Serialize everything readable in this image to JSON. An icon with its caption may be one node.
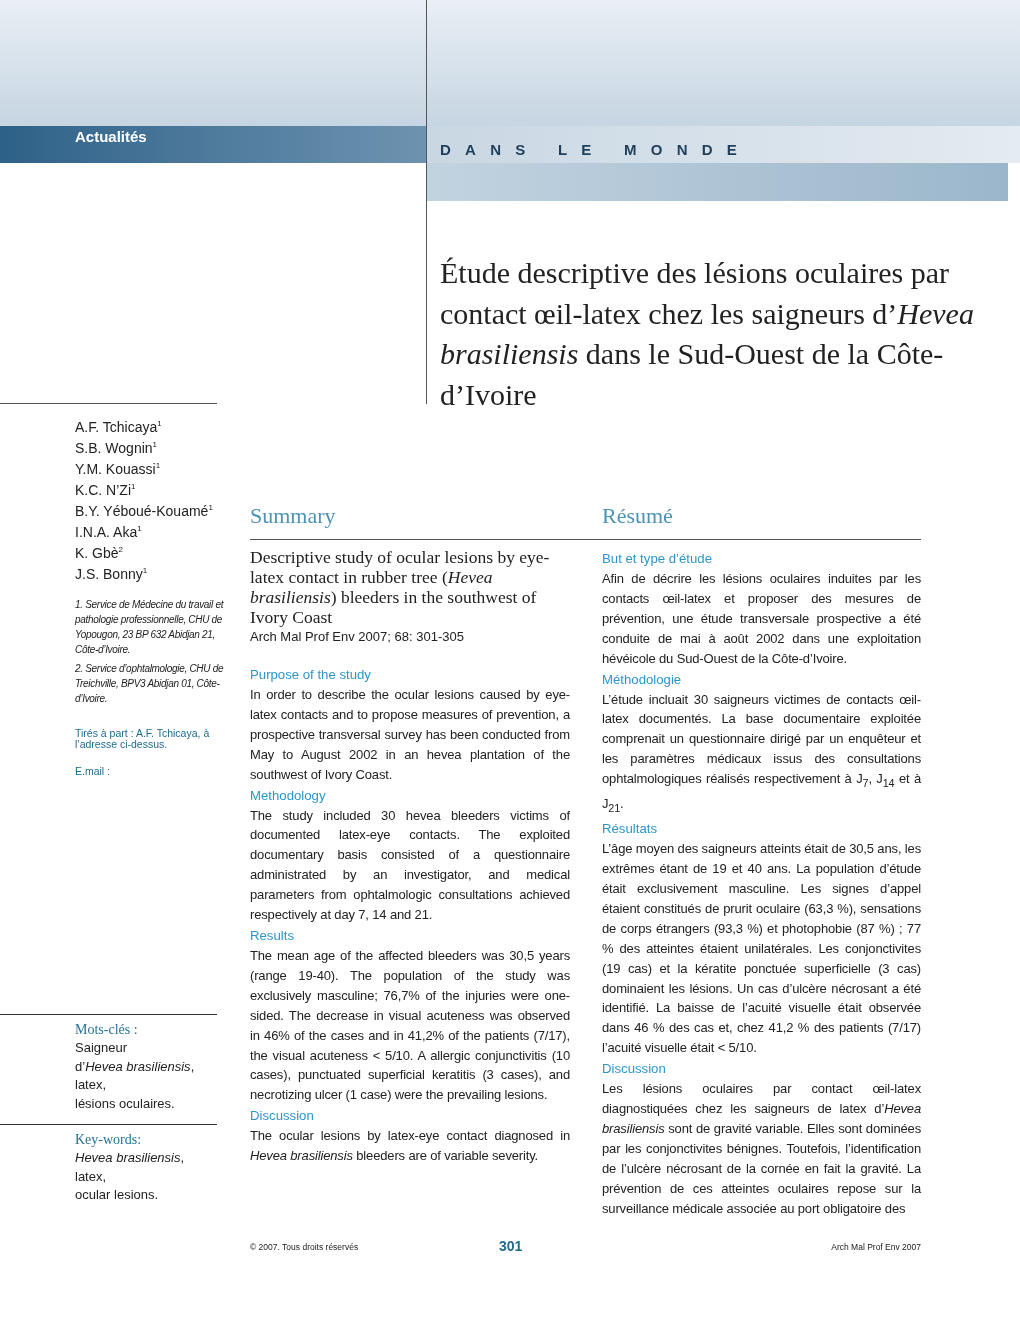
{
  "diagram": {
    "title": "Étude descriptive des lésions oculaires par contact œil-latex chez les saigneurs d’*Hevea brasiliensis* dans le Sud-Ouest de la Côte-d’Ivoire",
    "labels": [
      "Actualités",
      "DANS LE MONDE",
      "A.F. Tchicaya$^{1}$",
      "S.B. Wognin$^{1}$",
      "Y.M. Kouassi$^{1}$",
      "K.C. N’Zi$^{1}$",
      "B.Y. Yéboué-Kouamé$^{1}$",
      "I.N.A. Aka$^{1}$",
      "K. Gbè$^{2}$",
      "J.S. Bonny$^{1}$",
      "1. Service de Médecine du travail et pathologie professionnelle, CHU de Yopougon, 23 BP 632 Abidjan 21, Côte-d’Ivoire.",
      "2. Service d’ophtalmologie, CHU de Treichville, BPV3 Abidjan 01, Côte-d’Ivoire.",
      "Tirés à part : A.F. Tchicaya, à l’adresse ci-dessus.",
      "E.mail :",
      "Summary",
      "Résumé",
      "Descriptive study of ocular lesions by eye-latex contact in rubber tree (*Hevea brasiliensis*) bleeders in the southwest of Ivory Coast",
      "Arch Mal Prof Env 2007; 68: 301-305",
      "Purpose of the study",
      "In order to describe the ocular lesions caused by eye-latex contacts and to propose measures of prevention, a prospective transversal survey has been conducted from May to August 2002 in an hevea plantation of the southwest of Ivory Coast.",
      "Methodology",
      "The study included 30 hevea bleeders victims of documented latex-eye contacts. The exploited documentary basis consisted of a questionnaire administrated by an investigator, and medical parameters from ophtalmologic consultations achieved respectively at day 7, 14 and 21.",
      "Results",
      "The mean age of the affected bleeders was 30,5 years (range 19-40). The population of the study was exclusively masculine; 76,7% of the injuries were one-sided. The decrease in visual acuteness was observed in 46% of the cases and in 41,2% of the patients (7/17), the visual acuteness < 5/10. A allergic conjunctivitis (10 cases), punctuated superficial keratitis (3 cases), and necrotizing ulcer (1 case) were the prevailing lesions.",
      "Discussion",
      "The ocular lesions by latex-eye contact diagnosed in *Hevea brasiliensis* bleeders are of variable severity.",
      "But et type d’étude",
      "Afin de décrire les lésions oculaires induites par les contacts œil-latex et proposer des mesures de prévention, une étude transversale prospective a été conduite de mai à août 2002 dans une exploitation hévéicole du Sud-Ouest de la Côte-d’Ivoire.",
      "Méthodologie",
      "L’étude incluait 30 saigneurs victimes de contacts œil-latex documentés. La base documentaire exploitée comprenait un questionnaire dirigé par un enquêteur et les paramètres médicaux issus des consultations ophtalmologiques réalisés respectivement à J$_{7}$, J$_{14}$ et à J$_{21}$.",
      "Résultats",
      "L’âge moyen des saigneurs atteints était de 30,5 ans, les extrêmes étant de 19 et 40 ans. La population d’étude était exclusivement masculine. Les signes d’appel étaient constitués de prurit oculaire (63,3 %), sensations de corps étrangers (93,3 %) et photophobie (87 %) ; 77 % des atteintes étaient unilatérales. Les conjonctivites (19 cas) et la kératite ponctuée superficielle (3 cas) dominaient les lésions. Un cas d’ulcère nécrosant a été identifié. La baisse de l’acuité visuelle était observée dans 46 % des cas et, chez 41,2 % des patients (7/17) l’acuité visuelle était < 5/10.",
      "Discussion",
      "Les lésions oculaires par contact œil-latex diagnostiquées chez les saigneurs de latex d’*Hevea brasiliensis* sont de gravité variable. Elles sont dominées par les conjonctivites bénignes. Toutefois, l’identification de l’ulcère nécrosant de la cornée en fait la gravité. La prévention de ces atteintes oculaires repose sur la surveillance médicale associée au port obligatoire des",
      "Mots-clés :",
      "Saigneur",
      "d’*Hevea brasiliensis*,",
      "latex,",
      "lésions oculaires.",
      "Key-words:",
      "*Hevea brasiliensis*,",
      "latex,",
      "ocular lesions.",
      "© 2007. Tous droits réservés",
      "301",
      "Arch Mal Prof Env 2007"
    ]
  }
}
